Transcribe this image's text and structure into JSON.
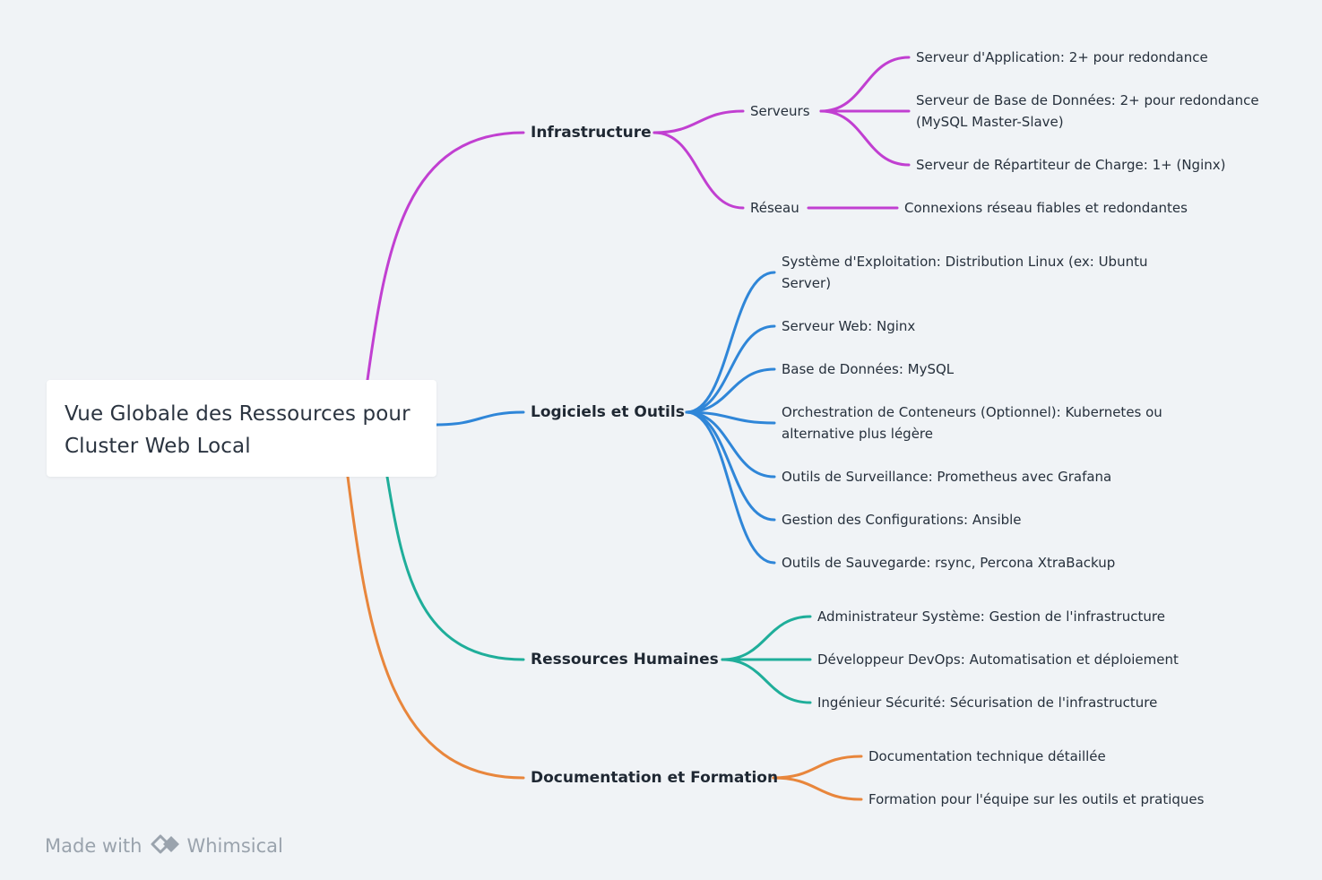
{
  "root": {
    "title": "Vue Globale des Ressources pour Cluster Web Local"
  },
  "branches": {
    "infrastructure": {
      "label": "Infrastructure",
      "color": "#c13fd1",
      "serveurs": {
        "label": "Serveurs",
        "items": [
          "Serveur d'Application: 2+ pour redondance",
          "Serveur de Base de Données: 2+ pour redondance (MySQL Master-Slave)",
          "Serveur de Répartiteur de Charge: 1+ (Nginx)"
        ]
      },
      "reseau": {
        "label": "Réseau",
        "items": [
          "Connexions réseau fiables et redondantes"
        ]
      }
    },
    "logiciels": {
      "label": "Logiciels et Outils",
      "color": "#2f86d8",
      "items": [
        "Système d'Exploitation: Distribution Linux (ex: Ubuntu Server)",
        "Serveur Web: Nginx",
        "Base de Données: MySQL",
        "Orchestration de Conteneurs (Optionnel): Kubernetes ou alternative plus légère",
        "Outils de Surveillance: Prometheus avec Grafana",
        "Gestion des Configurations: Ansible",
        "Outils de Sauvegarde: rsync, Percona XtraBackup"
      ]
    },
    "rh": {
      "label": "Ressources Humaines",
      "color": "#1fae9a",
      "items": [
        "Administrateur Système: Gestion de l'infrastructure",
        "Développeur DevOps: Automatisation et déploiement",
        "Ingénieur Sécurité: Sécurisation de l'infrastructure"
      ]
    },
    "doc": {
      "label": "Documentation et Formation",
      "color": "#e8863c",
      "items": [
        "Documentation technique détaillée",
        "Formation pour l'équipe sur les outils et pratiques"
      ]
    }
  },
  "footer": {
    "made_with": "Made with",
    "brand": "Whimsical",
    "logo_icon": "whimsical-logo-icon",
    "color": "#9aa3ad"
  }
}
